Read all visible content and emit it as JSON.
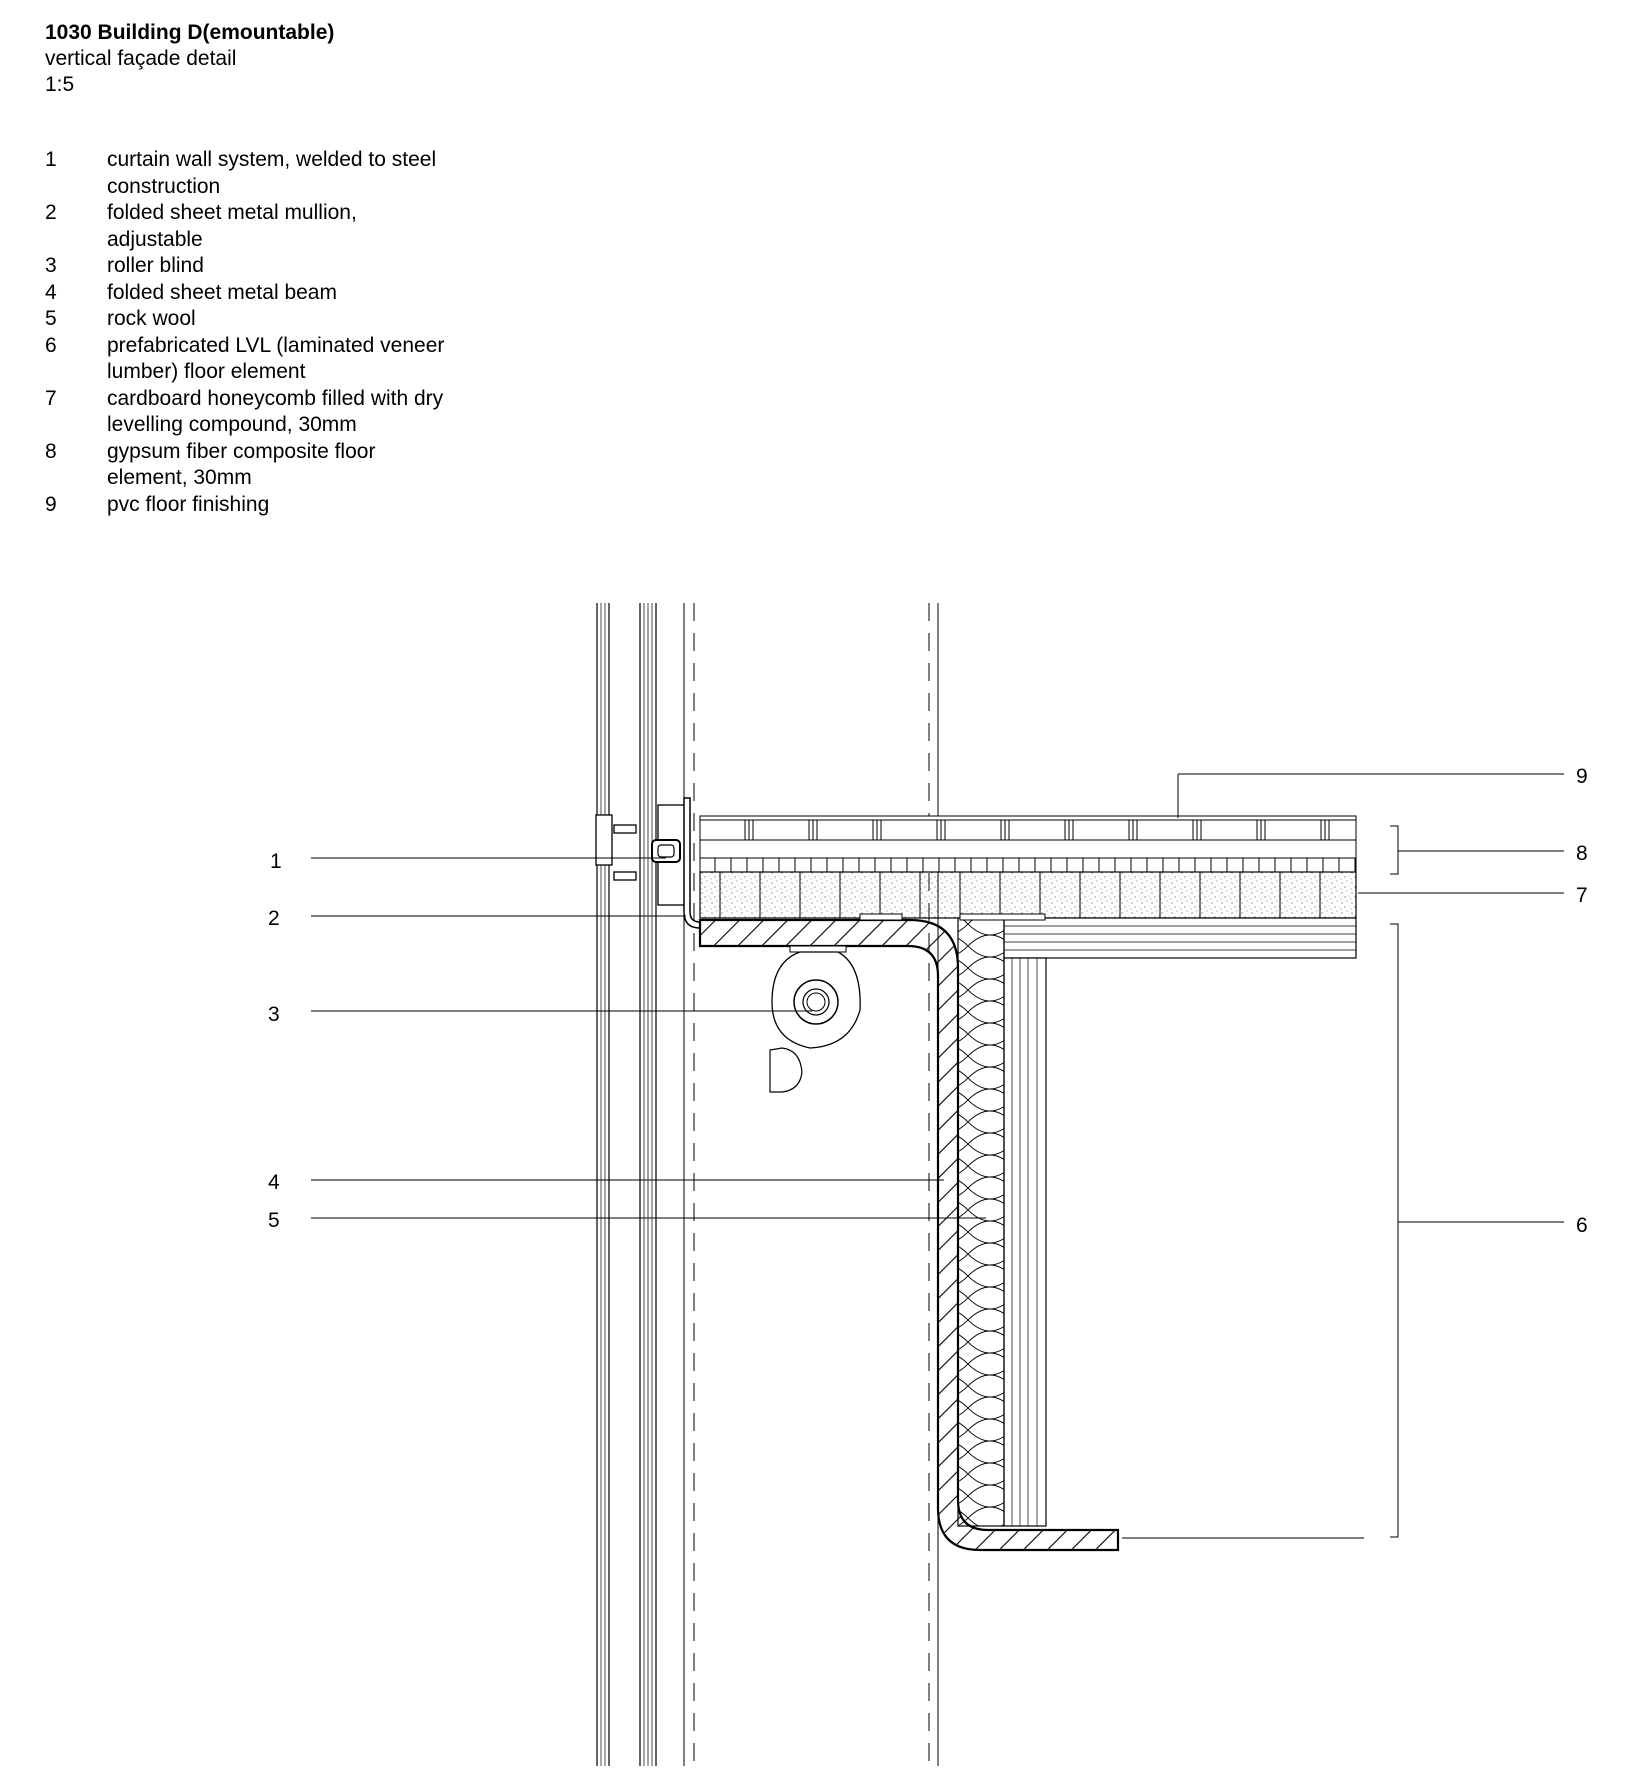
{
  "header": {
    "title": "1030 Building D(emountable)",
    "subtitle": "vertical façade detail",
    "scale": "1:5"
  },
  "legend": [
    {
      "number": "1",
      "text": "curtain wall system, welded to steel construction"
    },
    {
      "number": "2",
      "text": "folded sheet metal mullion, adjustable"
    },
    {
      "number": "3",
      "text": "roller blind"
    },
    {
      "number": "4",
      "text": "folded sheet metal beam"
    },
    {
      "number": "5",
      "text": "rock wool"
    },
    {
      "number": "6",
      "text": "prefabricated LVL (laminated veneer lumber) floor element"
    },
    {
      "number": "7",
      "text": "cardboard honeycomb filled with dry levelling compound, 30mm"
    },
    {
      "number": "8",
      "text": "gypsum fiber composite floor element, 30mm"
    },
    {
      "number": "9",
      "text": "pvc floor finishing"
    }
  ],
  "callouts": {
    "c1": "1",
    "c2": "2",
    "c3": "3",
    "c4": "4",
    "c5": "5",
    "c6": "6",
    "c7": "7",
    "c8": "8",
    "c9": "9"
  }
}
